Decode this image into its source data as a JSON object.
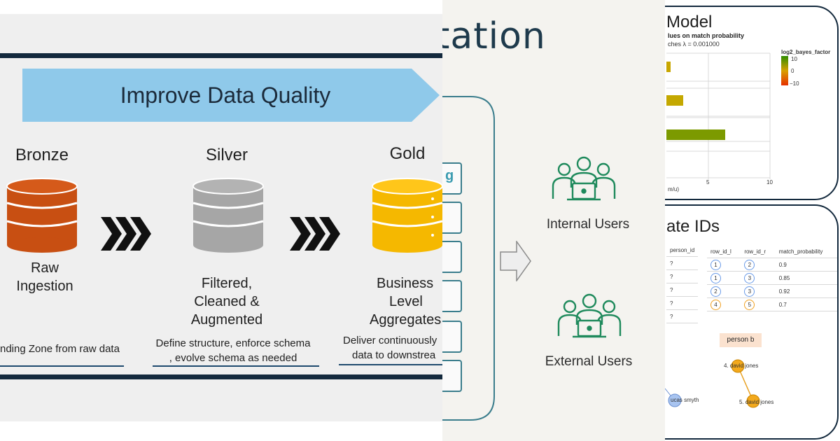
{
  "left": {
    "banner": "Improve Data Quality",
    "tiers": [
      {
        "title": "Bronze",
        "desc1": "Raw",
        "desc2": "Ingestion",
        "note1": "nding Zone from raw data",
        "note2": "",
        "color": "#c84f12"
      },
      {
        "title": "Silver",
        "desc1": "Filtered,",
        "desc2": "Cleaned &",
        "desc3": "Augmented",
        "note1": "Define structure, enforce schema",
        "note2": ", evolve schema as needed",
        "color": "#a6a6a6"
      },
      {
        "title": "Gold",
        "desc1": "Business",
        "desc2": "Level",
        "desc3": "Aggregates",
        "note1": "Deliver continuously",
        "note2": "data to downstrea",
        "color": "#f5b800"
      }
    ]
  },
  "middle": {
    "title": "tation",
    "box_letter": "g",
    "internal_users": "Internal Users",
    "external_users": "External Users"
  },
  "right": {
    "model": {
      "title": "Model",
      "subtitle": "lues on match probability",
      "subtitle2": "ches λ = 0.001000",
      "legend_title": "log2_bayes_factor",
      "legend_ticks": [
        "10",
        "0",
        "−10"
      ],
      "axis_label": "m/u)",
      "x_ticks": [
        "5",
        "10"
      ]
    },
    "ids": {
      "title": "ate IDs",
      "left_header": "person_id",
      "left_rows": [
        "?",
        "?",
        "?",
        "?",
        "?"
      ],
      "headers": [
        "row_id_l",
        "row_id_r",
        "match_probability"
      ],
      "rows": [
        {
          "l": "1",
          "r": "2",
          "p": "0.9"
        },
        {
          "l": "1",
          "r": "3",
          "p": "0.85"
        },
        {
          "l": "2",
          "r": "3",
          "p": "0.92"
        },
        {
          "l": "4",
          "r": "5",
          "p": "0.7"
        }
      ],
      "person_b": "person b",
      "node_a": "4. david jones",
      "node_b": "5. david jones",
      "node_c": "ucas smyth"
    }
  }
}
